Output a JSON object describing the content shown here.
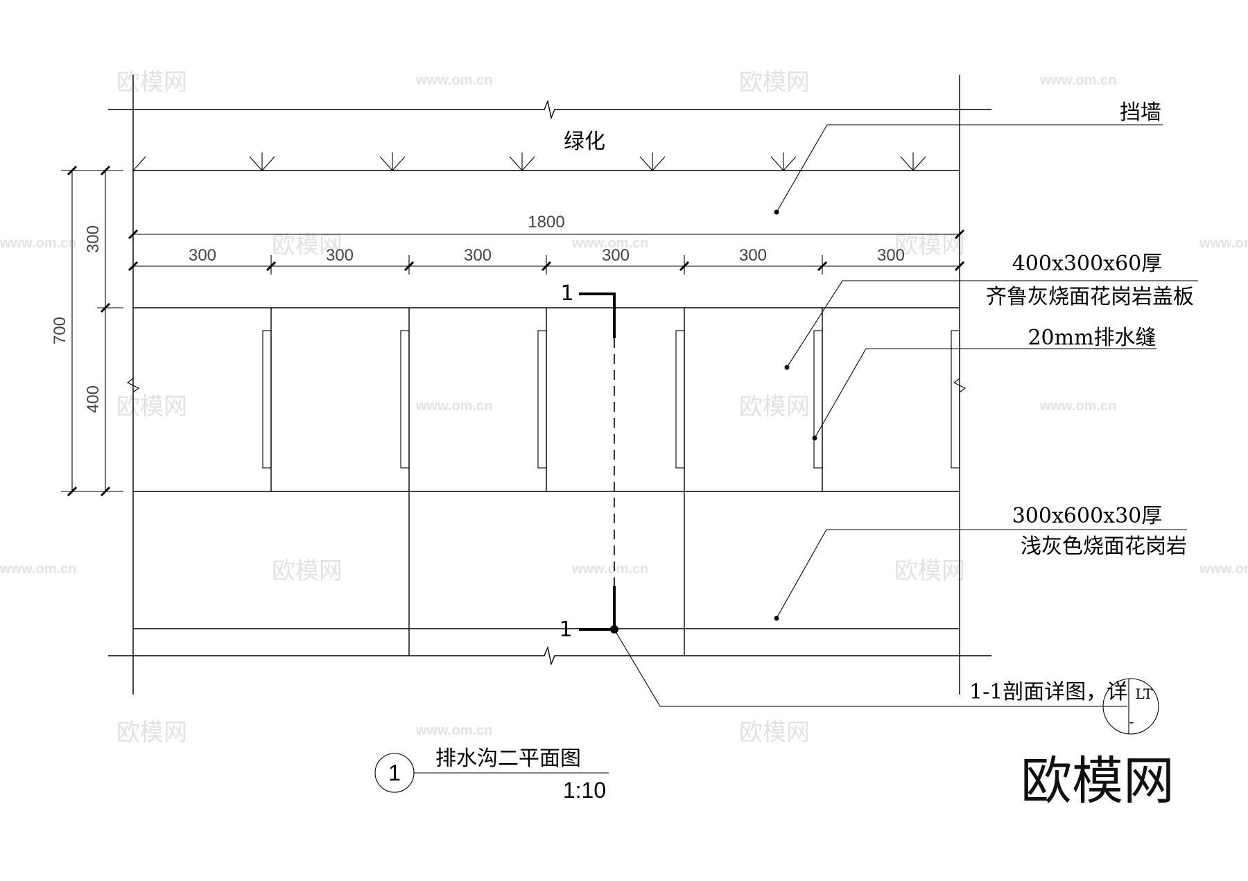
{
  "labels": {
    "greenery": "绿化",
    "retaining_wall": "挡墙",
    "overall_width": "1800",
    "segment_widths": [
      "300",
      "300",
      "300",
      "300",
      "300",
      "300"
    ],
    "dim_total_height": "700",
    "dim_top_height": "300",
    "dim_cover_height": "400",
    "cover_size": "400x300x60厚",
    "cover_material": "齐鲁灰烧面花岗岩盖板",
    "drain_gap": "20mm排水缝",
    "paving_size": "300x600x30厚",
    "paving_material": "浅灰色烧面花岗岩",
    "section_mark_top": "1",
    "section_mark_bottom": "1",
    "section_detail_ref": "1-1剖面详图，详",
    "detail_bubble_top": "LT",
    "detail_bubble_bottom": "-"
  },
  "title": {
    "number": "1",
    "name": "排水沟二平面图",
    "scale": "1:10"
  },
  "watermark": {
    "brand": "欧模网",
    "url": "www.om.cn"
  }
}
